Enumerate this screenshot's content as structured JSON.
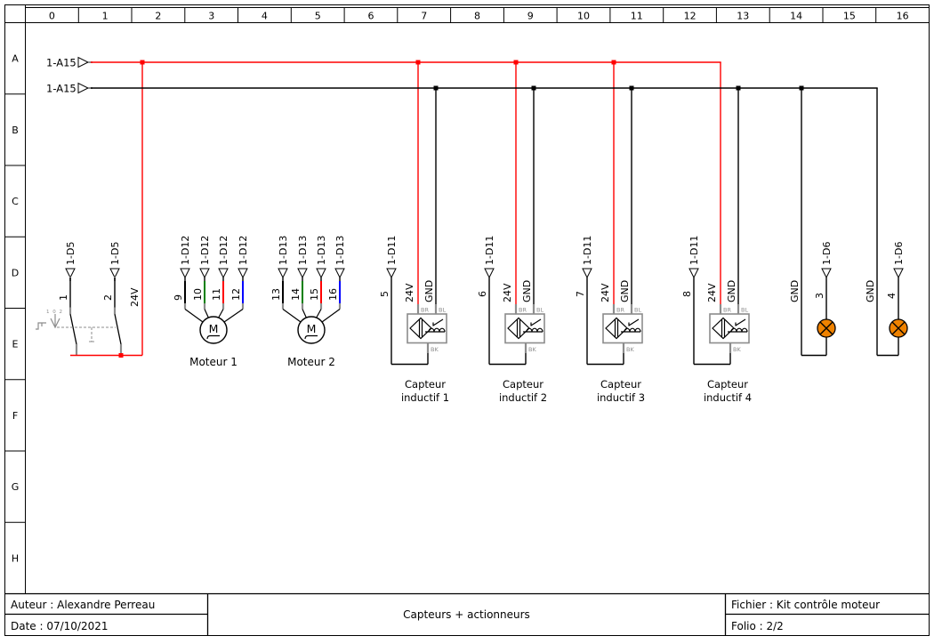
{
  "grid": {
    "columns": [
      "0",
      "1",
      "2",
      "3",
      "4",
      "5",
      "6",
      "7",
      "8",
      "9",
      "10",
      "11",
      "12",
      "13",
      "14",
      "15",
      "16"
    ],
    "rows": [
      "A",
      "B",
      "C",
      "D",
      "E",
      "F",
      "G",
      "H"
    ]
  },
  "power_rails": {
    "rail_24v": {
      "label": "1-A15",
      "color": "#ff0000"
    },
    "rail_gnd": {
      "label": "1-A15",
      "color": "#000000"
    }
  },
  "relay_contacts": {
    "ref": "1-D5",
    "wire1": "1",
    "wire2": "2",
    "supply": "24V",
    "actuator_code": "1 0 2"
  },
  "motors": [
    {
      "name": "Moteur 1",
      "symbol": "M",
      "ref": "1-D12",
      "wires": [
        {
          "no": "9",
          "color": "#000000"
        },
        {
          "no": "10",
          "color": "#008000"
        },
        {
          "no": "11",
          "color": "#ff0000"
        },
        {
          "no": "12",
          "color": "#0000ff"
        }
      ]
    },
    {
      "name": "Moteur 2",
      "symbol": "M",
      "ref": "1-D13",
      "wires": [
        {
          "no": "13",
          "color": "#000000"
        },
        {
          "no": "14",
          "color": "#008000"
        },
        {
          "no": "15",
          "color": "#ff0000"
        },
        {
          "no": "16",
          "color": "#0000ff"
        }
      ]
    }
  ],
  "sensors": [
    {
      "label1": "Capteur",
      "label2": "inductif 1",
      "ref": "1-D11",
      "wire_no": "5",
      "supply": "24V",
      "ground": "GND",
      "t_brown": "BR",
      "t_blue": "BL",
      "t_black": "BK"
    },
    {
      "label1": "Capteur",
      "label2": "inductif 2",
      "ref": "1-D11",
      "wire_no": "6",
      "supply": "24V",
      "ground": "GND",
      "t_brown": "BR",
      "t_blue": "BL",
      "t_black": "BK"
    },
    {
      "label1": "Capteur",
      "label2": "inductif 3",
      "ref": "1-D11",
      "wire_no": "7",
      "supply": "24V",
      "ground": "GND",
      "t_brown": "BR",
      "t_blue": "BL",
      "t_black": "BK"
    },
    {
      "label1": "Capteur",
      "label2": "inductif 4",
      "ref": "1-D11",
      "wire_no": "8",
      "supply": "24V",
      "ground": "GND",
      "t_brown": "BR",
      "t_blue": "BL",
      "t_black": "BK"
    }
  ],
  "lamps": [
    {
      "ref": "1-D6",
      "wire_no": "3",
      "ground": "GND",
      "color": "#ef8200"
    },
    {
      "ref": "1-D6",
      "wire_no": "4",
      "ground": "GND",
      "color": "#ef8200"
    }
  ],
  "title_block": {
    "author": "Auteur : Alexandre Perreau",
    "date": "Date : 07/10/2021",
    "description": "Capteurs + actionneurs",
    "file": "Fichier : Kit contrôle moteur",
    "folio": "Folio : 2/2"
  }
}
